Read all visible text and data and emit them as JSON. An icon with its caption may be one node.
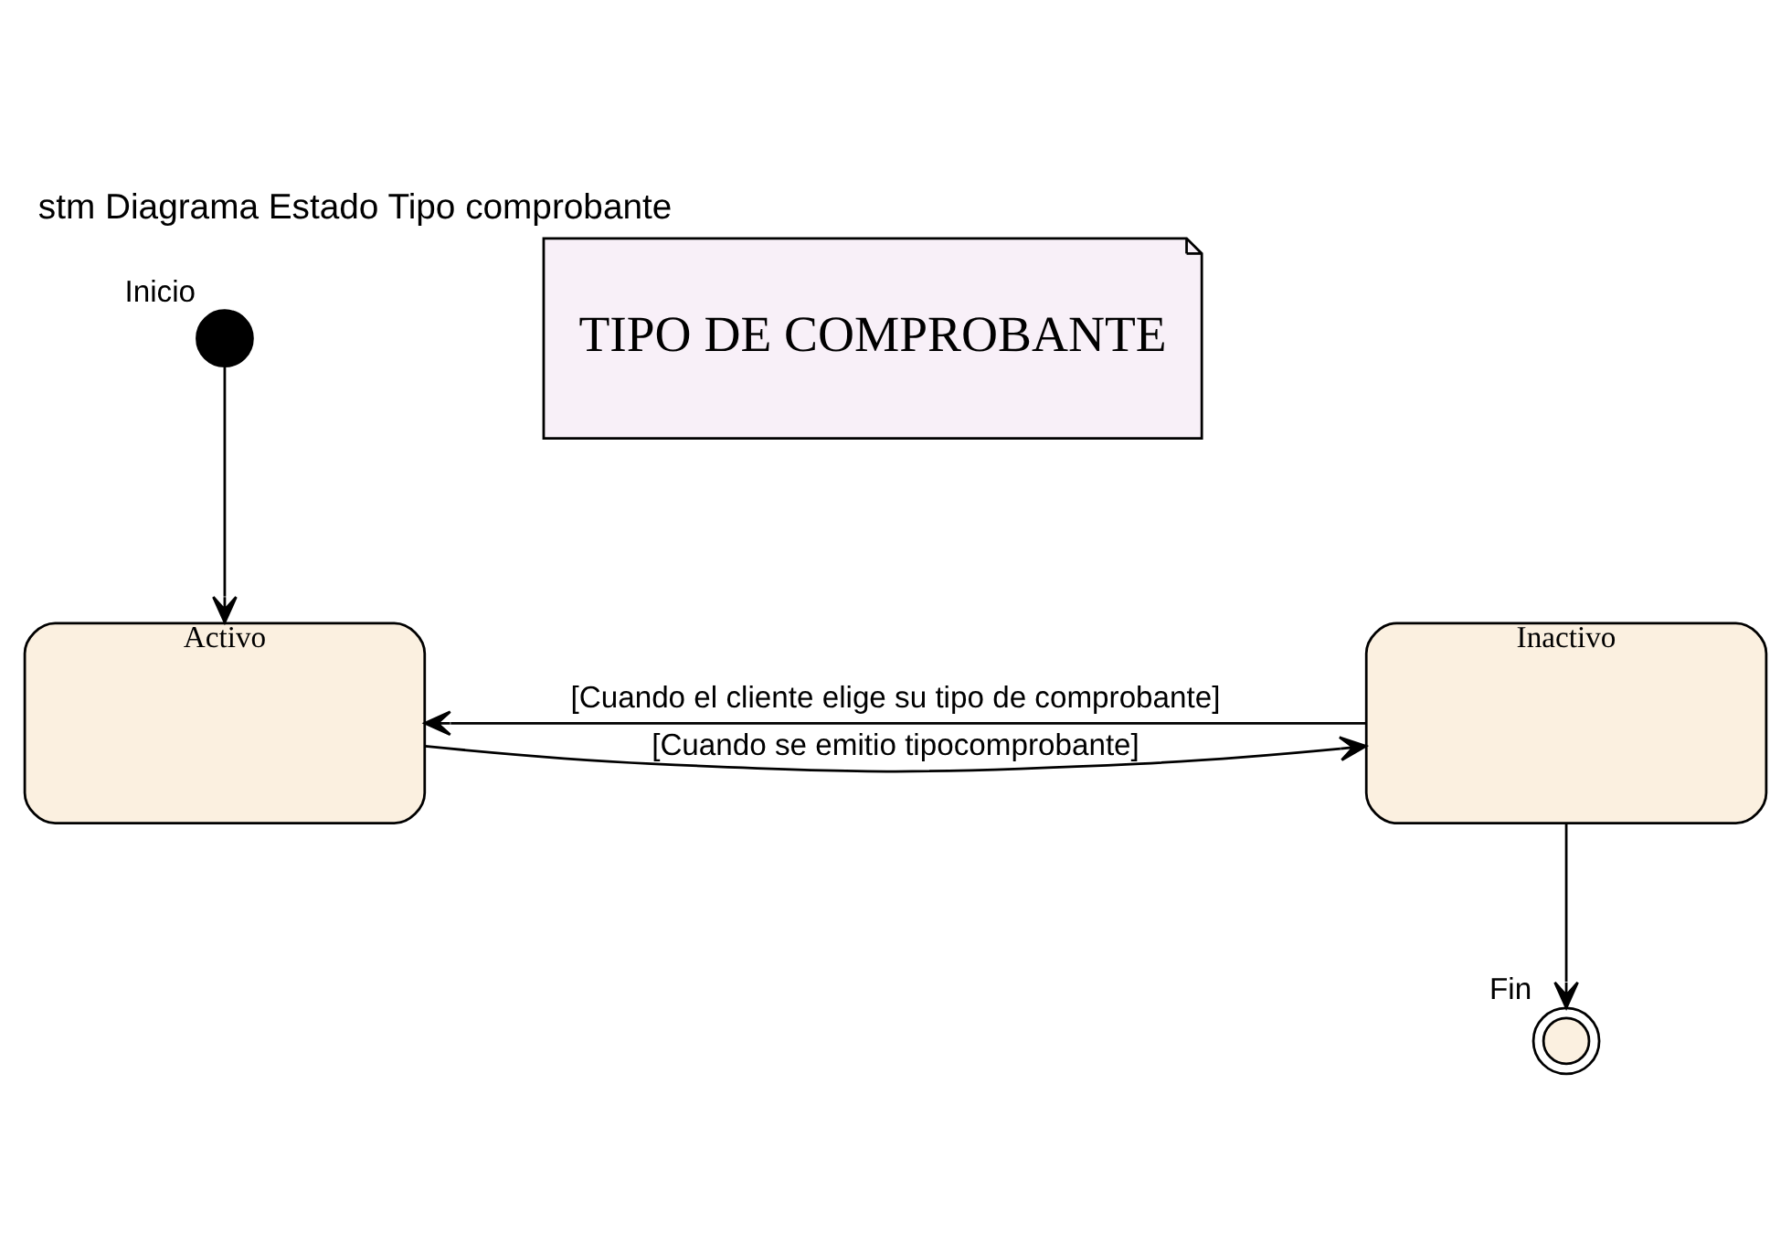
{
  "diagram": {
    "title": "stm Diagrama Estado Tipo comprobante",
    "nodes": [
      {
        "text": [],
        "shape": "circle",
        "beside": [
          "Inicio"
        ]
      },
      {
        "text": [
          "TIPO DE COMPROBANTE"
        ]
      },
      {
        "text": [
          "Activo"
        ]
      },
      {
        "text": [
          "Inactivo"
        ]
      },
      {
        "text": [],
        "shape": "circle",
        "beside": [
          "Fin"
        ]
      }
    ],
    "edges": [
      {
        "from": 0,
        "to": 2,
        "arrow": "to"
      },
      {
        "from": 3,
        "to": 2,
        "arrow": "to",
        "label": "[Cuando el cliente elige su tipo de comprobante]"
      },
      {
        "from": 2,
        "to": 3,
        "arrow": "to",
        "label": "[Cuando se emitio tipocomprobante]"
      },
      {
        "from": 3,
        "to": 4,
        "arrow": "to"
      }
    ]
  }
}
